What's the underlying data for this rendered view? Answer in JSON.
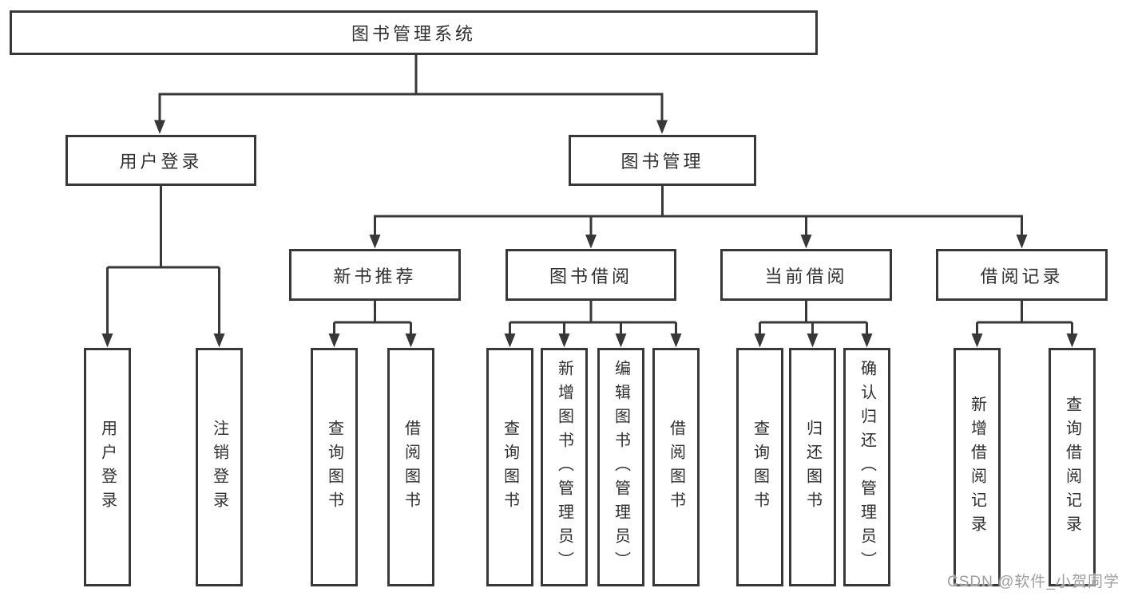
{
  "diagram": {
    "root": {
      "label": "图书管理系统"
    },
    "level1": [
      {
        "label": "用户登录"
      },
      {
        "label": "图书管理"
      }
    ],
    "level2": [
      {
        "label": "新书推荐"
      },
      {
        "label": "图书借阅"
      },
      {
        "label": "当前借阅"
      },
      {
        "label": "借阅记录"
      }
    ],
    "leaves": {
      "login": [
        {
          "label": "用户登录"
        },
        {
          "label": "注销登录"
        }
      ],
      "new_books": [
        {
          "label": "查询图书"
        },
        {
          "label": "借阅图书"
        }
      ],
      "book_borrow": [
        {
          "label": "查询图书"
        },
        {
          "label": "新增图书（管理员）"
        },
        {
          "label": "编辑图书（管理员）"
        },
        {
          "label": "借阅图书"
        }
      ],
      "current_borrow": [
        {
          "label": "查询图书"
        },
        {
          "label": "归还图书"
        },
        {
          "label": "确认归还（管理员）"
        }
      ],
      "borrow_records": [
        {
          "label": "新增借阅记录"
        },
        {
          "label": "查询借阅记录"
        }
      ]
    }
  },
  "watermark": {
    "text": "CSDN @软件_小贺同学"
  },
  "colors": {
    "line": "#383838",
    "text": "#2f2f2f",
    "background": "#ffffff",
    "watermark": "#9e9e9e"
  }
}
